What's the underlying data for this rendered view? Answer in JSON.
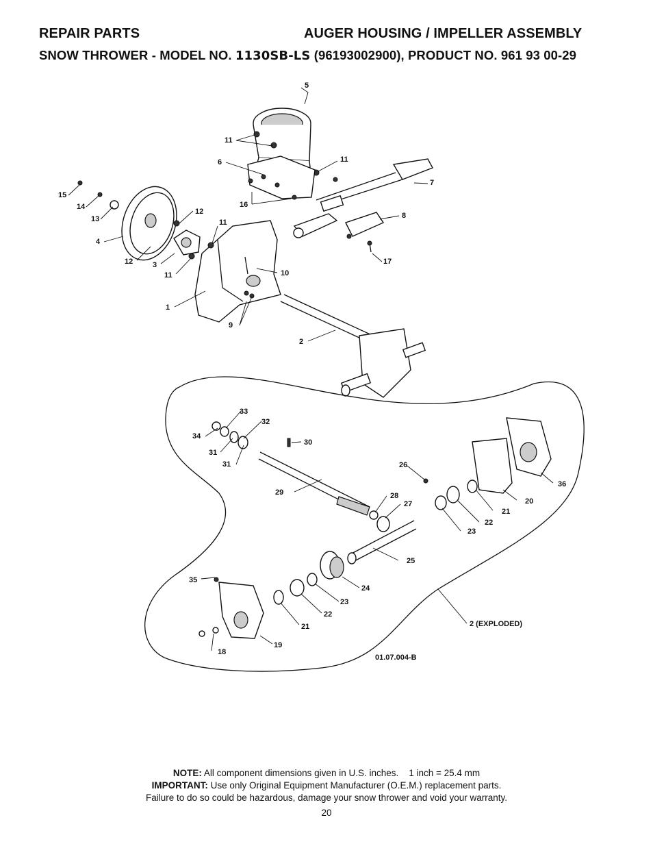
{
  "header": {
    "left_title": "REPAIR PARTS",
    "right_title": "AUGER HOUSING / IMPELLER ASSEMBLY",
    "subtitle_prefix": "SNOW THROWER - MODEL NO.",
    "model_no": "1130SB-LS",
    "subtitle_suffix": "(96193002900), PRODUCT NO. 961 93 00-29"
  },
  "diagram": {
    "callouts": [
      "5",
      "11",
      "11",
      "6",
      "7",
      "16",
      "15",
      "14",
      "13",
      "12",
      "4",
      "12",
      "3",
      "11",
      "11",
      "8",
      "17",
      "10",
      "1",
      "9",
      "2",
      "33",
      "32",
      "34",
      "31",
      "31",
      "30",
      "26",
      "29",
      "28",
      "27",
      "36",
      "20",
      "21",
      "22",
      "23",
      "25",
      "24",
      "23",
      "22",
      "35",
      "21",
      "19",
      "18",
      "2 (EXPLODED)"
    ],
    "drawing_number": "01.07.004-B"
  },
  "footer": {
    "note_label": "NOTE:",
    "note_text": "All component dimensions given in U.S. inches.    1 inch = 25.4 mm",
    "important_label": "IMPORTANT:",
    "important_text": "Use only Original Equipment Manufacturer (O.E.M.) replacement parts.",
    "failure_text": "Failure to do so could be hazardous, damage your snow thrower and void your warranty.",
    "page_number": "20"
  }
}
